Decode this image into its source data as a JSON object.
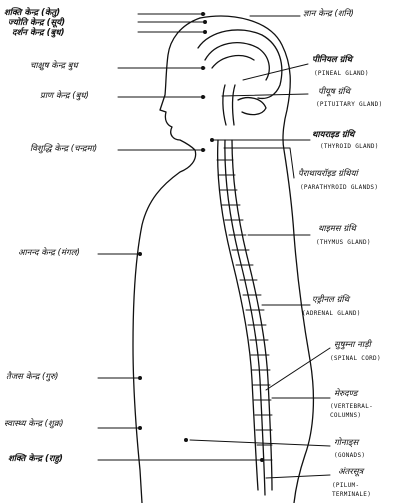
{
  "left_labels": [
    {
      "id": "shakti-kendra",
      "text": "शक्ति केन्द्र (केतु)"
    },
    {
      "id": "jyoti-kendra",
      "text": "ज्योति केन्द्र (सूर्य)"
    },
    {
      "id": "darshan-kendra",
      "text": "दर्शन केन्द्र (बुध)"
    },
    {
      "id": "chakshush-kendra",
      "text": "चाक्षुष केन्द्र बुध"
    },
    {
      "id": "pran-kendra",
      "text": "प्राण केन्द्र (बुध)"
    },
    {
      "id": "vishuddhi-kendra",
      "text": "विशुद्धि केन्द्र (चन्द्रमा)"
    },
    {
      "id": "anand-kendra",
      "text": "आनन्द केन्द्र (मंगल)"
    },
    {
      "id": "tejas-kendra",
      "text": "तैजस केन्द्र (गुरु)"
    },
    {
      "id": "swasthya-kendra",
      "text": "स्वास्थ्य केन्द्र (शुक्र)"
    },
    {
      "id": "shakti-kendra-lower",
      "text": "शक्ति केन्द्र (राहु)"
    }
  ],
  "right_labels": [
    {
      "id": "gyan-kendra",
      "text": "ज्ञान केन्द्र (शनि)",
      "en": ""
    },
    {
      "id": "pineal-gland",
      "text": "पीनियल ग्रंथि",
      "en": "(PINEAL GLAND)"
    },
    {
      "id": "pituitary-gland",
      "text": "पीयूष ग्रंथि",
      "en": "(PITUITARY GLAND)"
    },
    {
      "id": "thyroid-gland",
      "text": "थायराइड ग्रंथि",
      "en": "(THYROID GLAND)"
    },
    {
      "id": "parathyroid-glands",
      "text": "पैराथायरॉइड ग्रंथियां",
      "en": "(PARATHYROID GLANDS)"
    },
    {
      "id": "thymus-gland",
      "text": "थाइमस ग्रंथि",
      "en": "(THYMUS GLAND)"
    },
    {
      "id": "adrenal-gland",
      "text": "एड्रीनल ग्रंथि",
      "en": "(ADRENAL GLAND)"
    },
    {
      "id": "spinal-cord",
      "text": "सुषुम्ना नाड़ी",
      "en": "(SPINAL CORD)"
    },
    {
      "id": "vertebral-columns",
      "text": "मेरुदण्ड",
      "en": "(VERTEBRAL-\nCOLUMNS)"
    },
    {
      "id": "gonads",
      "text": "गोनाड्स",
      "en": "(GONADS)"
    },
    {
      "id": "pilum-terminale",
      "text": "अंतरसूत्र",
      "en": "(PILUM-\nTERMINALE)"
    }
  ],
  "colors": {
    "ink": "#111111",
    "paper": "#ffffff"
  }
}
